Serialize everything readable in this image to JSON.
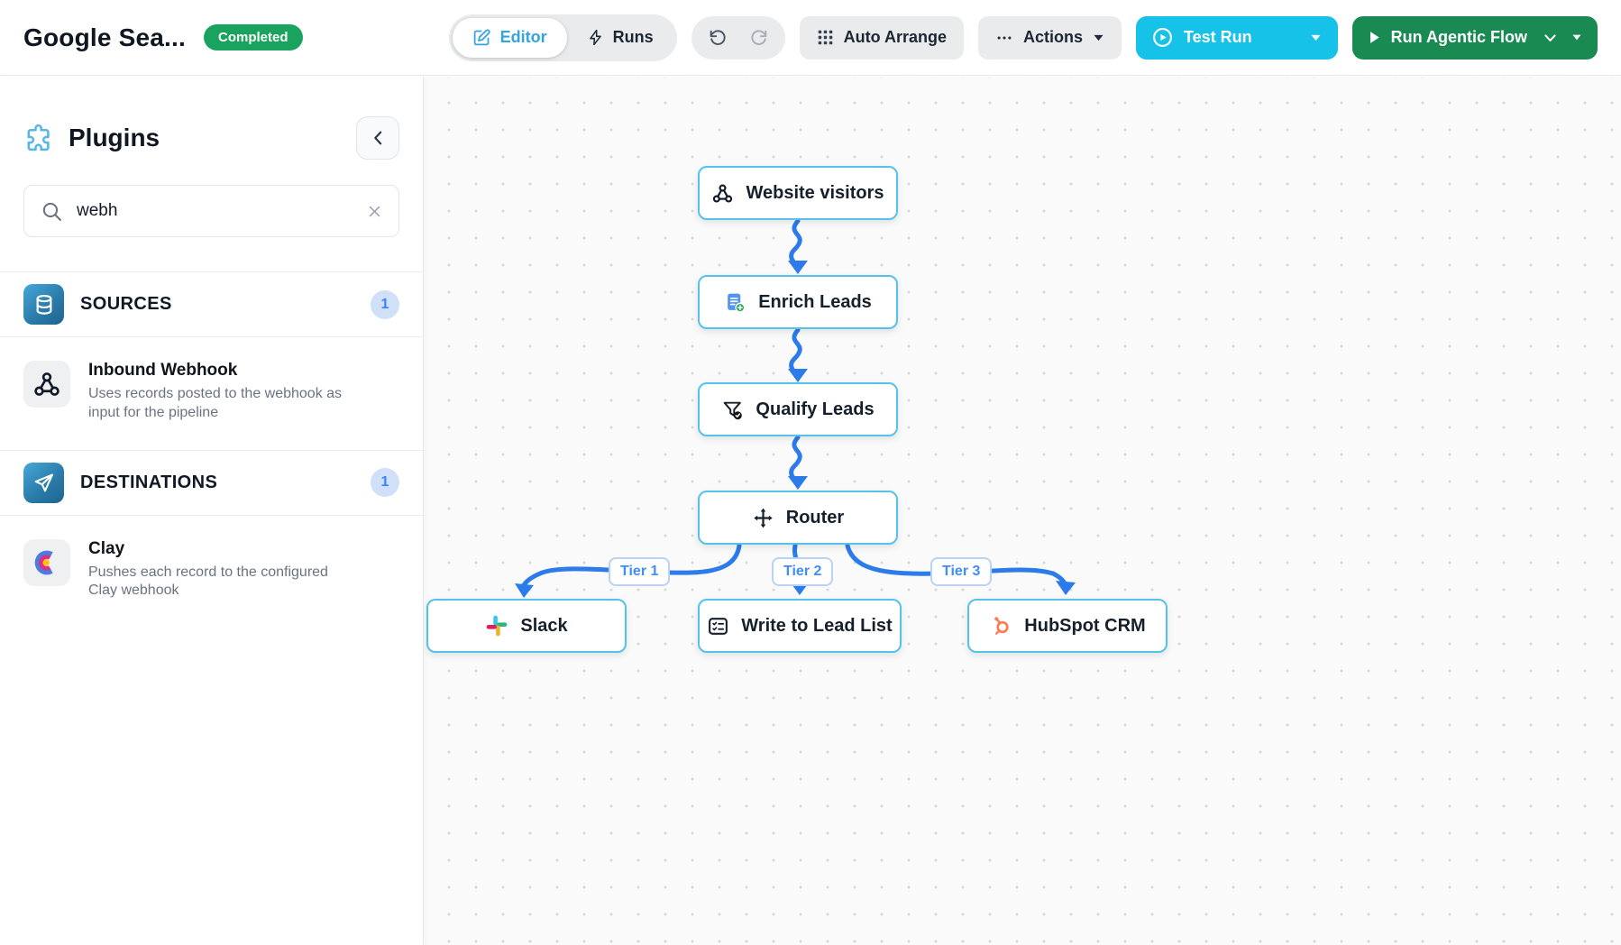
{
  "topbar": {
    "title": "Google Sea...",
    "status_badge": "Completed",
    "tabs": [
      {
        "label": "Editor"
      },
      {
        "label": "Runs"
      }
    ],
    "auto_arrange_label": "Auto Arrange",
    "actions_label": "Actions",
    "test_run_label": "Test Run",
    "run_agentic_label": "Run Agentic Flow"
  },
  "sidebar": {
    "title": "Plugins",
    "search": {
      "value": "webh"
    },
    "sections": [
      {
        "label": "SOURCES",
        "count": "1",
        "items": [
          {
            "title": "Inbound Webhook",
            "description": "Uses records posted to the webhook as input for the pipeline"
          }
        ]
      },
      {
        "label": "DESTINATIONS",
        "count": "1",
        "items": [
          {
            "title": "Clay",
            "description": "Pushes each record to the configured Clay webhook"
          }
        ]
      }
    ]
  },
  "canvas": {
    "nodes": [
      {
        "id": "website-visitors",
        "label": "Website visitors"
      },
      {
        "id": "enrich-leads",
        "label": "Enrich Leads"
      },
      {
        "id": "qualify-leads",
        "label": "Qualify Leads"
      },
      {
        "id": "router",
        "label": "Router"
      },
      {
        "id": "slack",
        "label": "Slack"
      },
      {
        "id": "write-lead-list",
        "label": "Write to Lead List"
      },
      {
        "id": "hubspot-crm",
        "label": "HubSpot CRM"
      }
    ],
    "edge_labels": [
      "Tier 1",
      "Tier 2",
      "Tier 3"
    ]
  },
  "icons": {
    "plugins": "puzzle",
    "collapse": "chevron-left",
    "search": "magnifier",
    "clear": "cross",
    "sources": "database",
    "destinations": "paper-plane",
    "inbound_webhook": "webhook",
    "clay": "clay-logo",
    "editor": "pencil-square",
    "runs": "lightning-bolt",
    "undo": "rotate-ccw",
    "redo": "rotate-cw",
    "auto_arrange": "grid-squares",
    "actions": "ellipsis",
    "test_run": "play-circle",
    "run_agentic": "play",
    "dropdown": "caret-down",
    "website_visitors": "webhook",
    "enrich_leads": "document-plus",
    "qualify_leads": "funnel-check",
    "router": "arrows-move",
    "slack": "slack-logo",
    "write_lead_list": "checklist",
    "hubspot": "hubspot-logo"
  },
  "colors": {
    "accent_cyan": "#17c2e9",
    "accent_green": "#188a52",
    "badge_green": "#1aa35f",
    "edge_blue": "#2b7bea",
    "node_border": "#55c3e9",
    "tier_text": "#3f8ef7",
    "editor_text": "#35a3e0",
    "count_badge_bg": "#cfe0f8",
    "hubspot_orange": "#FF7A59"
  }
}
